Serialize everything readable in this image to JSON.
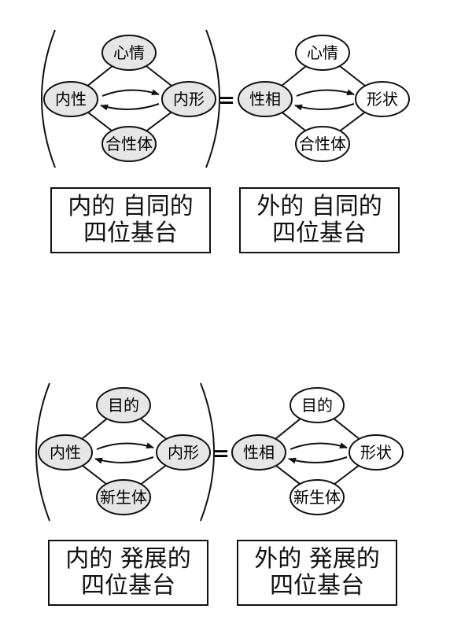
{
  "panels": [
    {
      "id": "top",
      "left": {
        "top": "心情",
        "left": "内性",
        "right": "内形",
        "bottom": "合性体",
        "label": [
          "内的 自同的",
          "四位基台"
        ]
      },
      "equals": "=",
      "right": {
        "top": "心情",
        "left": "性相",
        "right": "形状",
        "bottom": "合性体",
        "label": [
          "外的 自同的",
          "四位基台"
        ]
      }
    },
    {
      "id": "bottom",
      "left": {
        "top": "目的",
        "left": "内性",
        "right": "内形",
        "bottom": "新生体",
        "label": [
          "内的 発展的",
          "四位基台"
        ]
      },
      "equals": "=",
      "right": {
        "top": "目的",
        "left": "性相",
        "right": "形状",
        "bottom": "新生体",
        "label": [
          "外的 発展的",
          "四位基台"
        ]
      }
    }
  ],
  "colors": {
    "filled": "#e6e6e6",
    "plain": "#ffffff",
    "stroke": "#111111"
  }
}
